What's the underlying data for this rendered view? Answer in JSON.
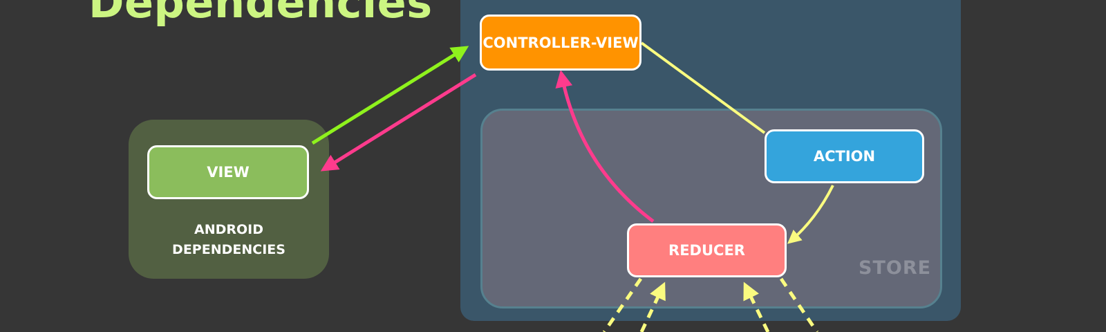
{
  "title": "Dependencies",
  "nodes": {
    "controller_view": "CONTROLLER-VIEW",
    "view": "VIEW",
    "action": "ACTION",
    "reducer": "REDUCER"
  },
  "groups": {
    "android_line1": "ANDROID",
    "android_line2": "DEPENDENCIES",
    "store": "STORE"
  },
  "colors": {
    "background": "#363636",
    "title": "#ccf582",
    "controller_view": "#ff9300",
    "view": "#8bbd5c",
    "action": "#34a4dc",
    "reducer": "#ff7f7f",
    "arrow_green": "#8ff21d",
    "arrow_pink": "#ff3b8d",
    "line_yellow": "#fafb80"
  }
}
